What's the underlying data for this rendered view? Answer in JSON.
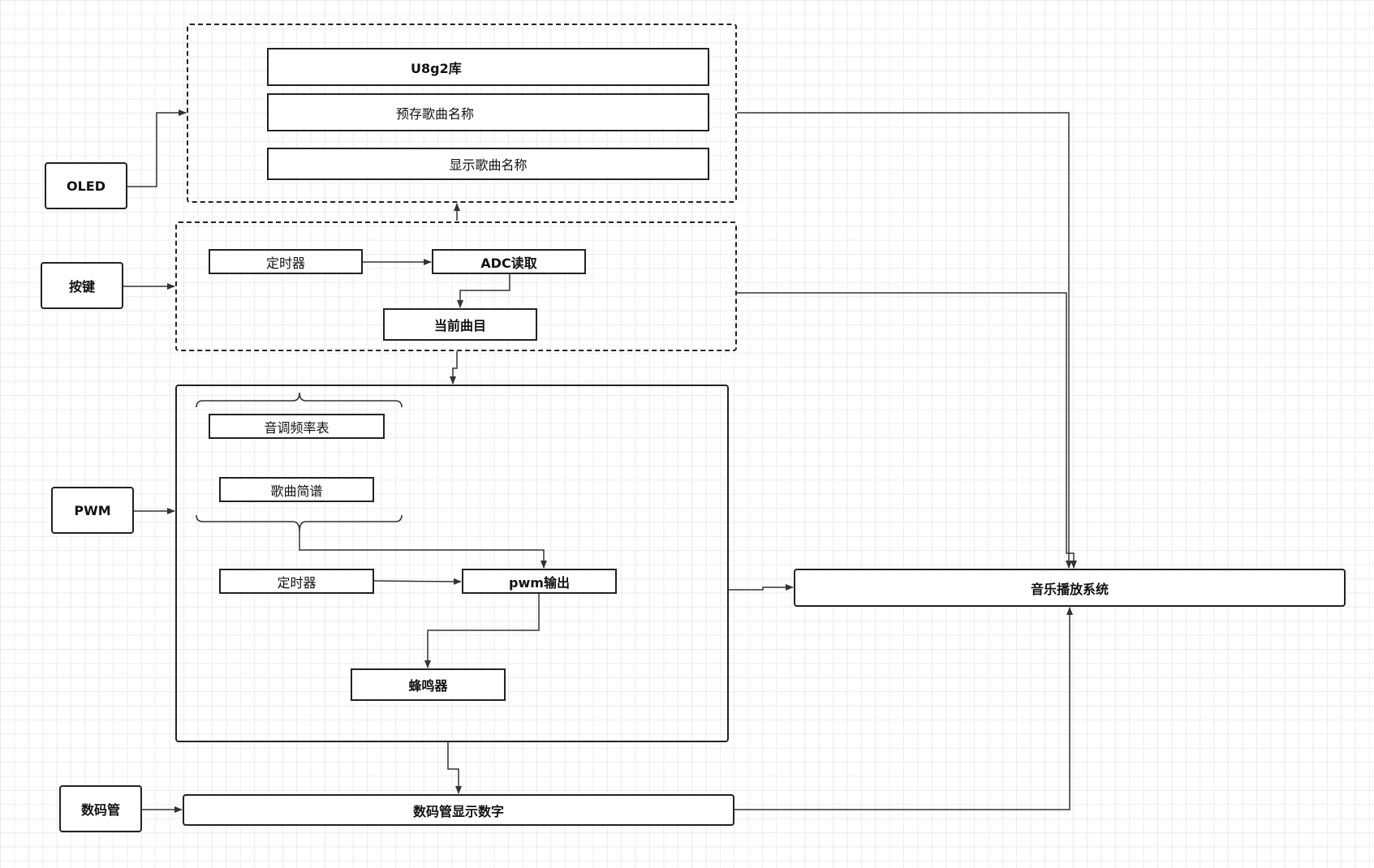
{
  "inputs": {
    "oled": "OLED",
    "keys": "按键",
    "pwm": "PWM",
    "seg": "数码管"
  },
  "display_group": {
    "lib": "U8g2库",
    "prestore": "预存歌曲名称",
    "show": "显示歌曲名称"
  },
  "key_group": {
    "timer": "定时器",
    "adc": "ADC读取",
    "current": "当前曲目"
  },
  "pwm_panel": {
    "freq_table": "音调频率表",
    "score": "歌曲简谱",
    "timer": "定时器",
    "pwm_out": "pwm输出",
    "buzzer": "蜂鸣器"
  },
  "seg_display": "数码管显示数字",
  "music_system": "音乐播放系统",
  "colors": {
    "line": "#333333",
    "border": "#222222",
    "grid": "#ececec"
  }
}
